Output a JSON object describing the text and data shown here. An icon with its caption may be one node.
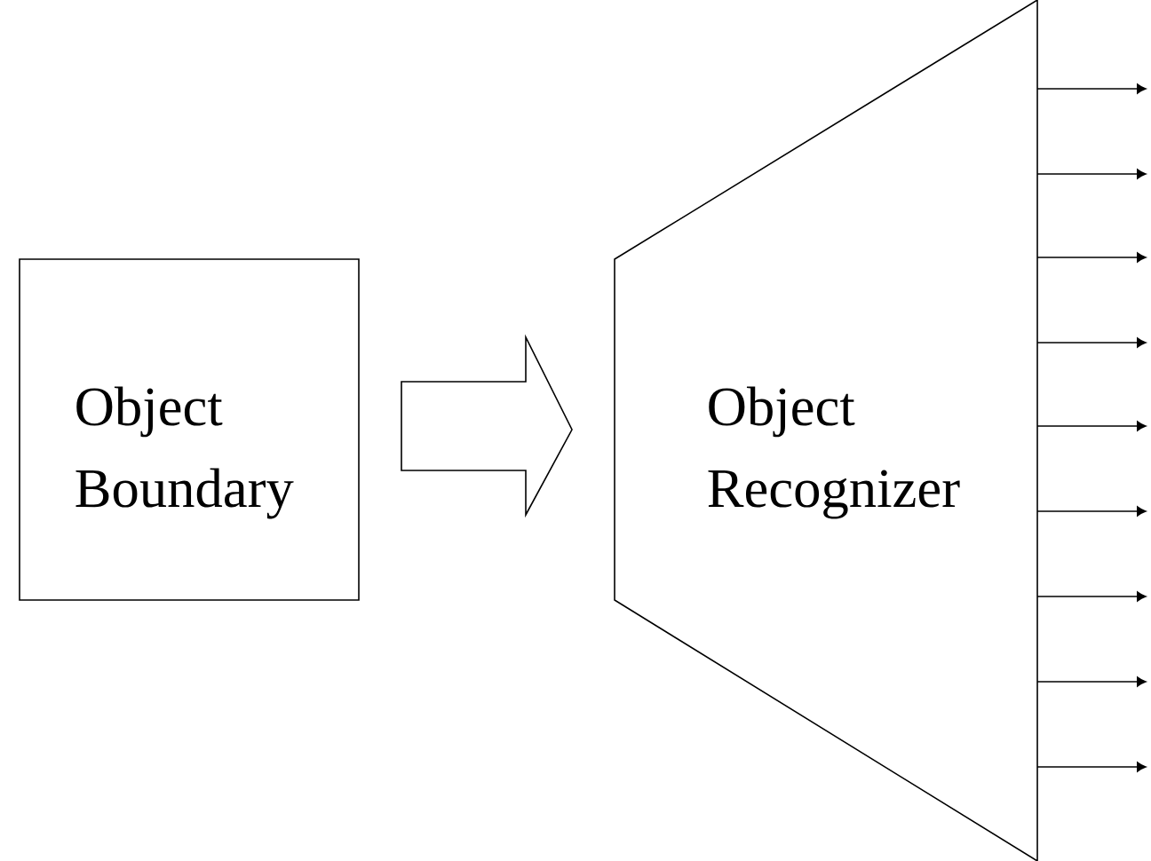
{
  "diagram": {
    "nodes": [
      {
        "text": [
          "Object Boundary"
        ]
      },
      {
        "text": [
          "Object Recognizer"
        ]
      }
    ],
    "edges": [
      {
        "from": 0,
        "to": 1,
        "arrow": "to"
      },
      {
        "from": 1,
        "to": null,
        "arrow": "to"
      },
      {
        "from": 1,
        "to": null,
        "arrow": "to"
      },
      {
        "from": 1,
        "to": null,
        "arrow": "to"
      },
      {
        "from": 1,
        "to": null,
        "arrow": "to"
      },
      {
        "from": 1,
        "to": null,
        "arrow": "to"
      },
      {
        "from": 1,
        "to": null,
        "arrow": "to"
      },
      {
        "from": 1,
        "to": null,
        "arrow": "to"
      },
      {
        "from": 1,
        "to": null,
        "arrow": "to"
      },
      {
        "from": 1,
        "to": null,
        "arrow": "to"
      }
    ]
  }
}
